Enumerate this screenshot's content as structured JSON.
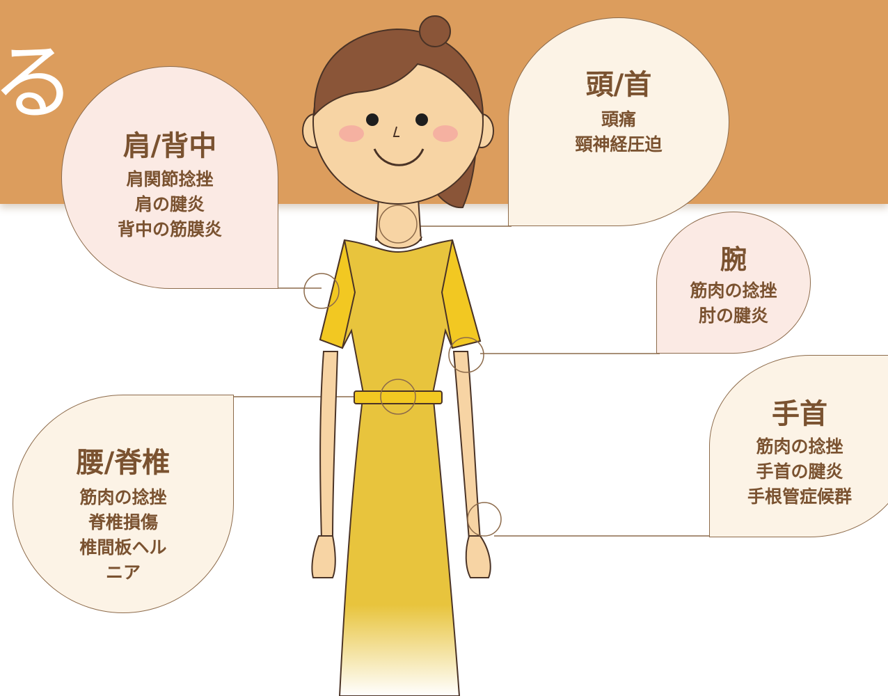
{
  "banner": {
    "color": "#dc9d5d",
    "text_fragment": "る"
  },
  "colors": {
    "text_brown": "#7a5230",
    "bubble_pink": "#fbeae4",
    "bubble_cream": "#fcf3e6",
    "dress_yellow": "#e8c43d",
    "skin": "#f7d4a4",
    "hair": "#8a5538"
  },
  "illustration": "woman-in-yellow-dress",
  "bubbles": {
    "shoulder_back": {
      "title": "肩/背中",
      "items": [
        "肩関節捻挫",
        "肩の腱炎",
        "背中の筋膜炎"
      ]
    },
    "head_neck": {
      "title": "頭/首",
      "items": [
        "頭痛",
        "頸神経圧迫"
      ]
    },
    "arm": {
      "title": "腕",
      "items": [
        "筋肉の捻挫",
        "肘の腱炎"
      ]
    },
    "wrist": {
      "title": "手首",
      "items": [
        "筋肉の捻挫",
        "手首の腱炎",
        "手根管症候群"
      ]
    },
    "waist_spine": {
      "title": "腰/脊椎",
      "items": [
        "筋肉の捻挫",
        "脊椎損傷",
        "椎間板ヘル",
        "ニア"
      ]
    }
  }
}
